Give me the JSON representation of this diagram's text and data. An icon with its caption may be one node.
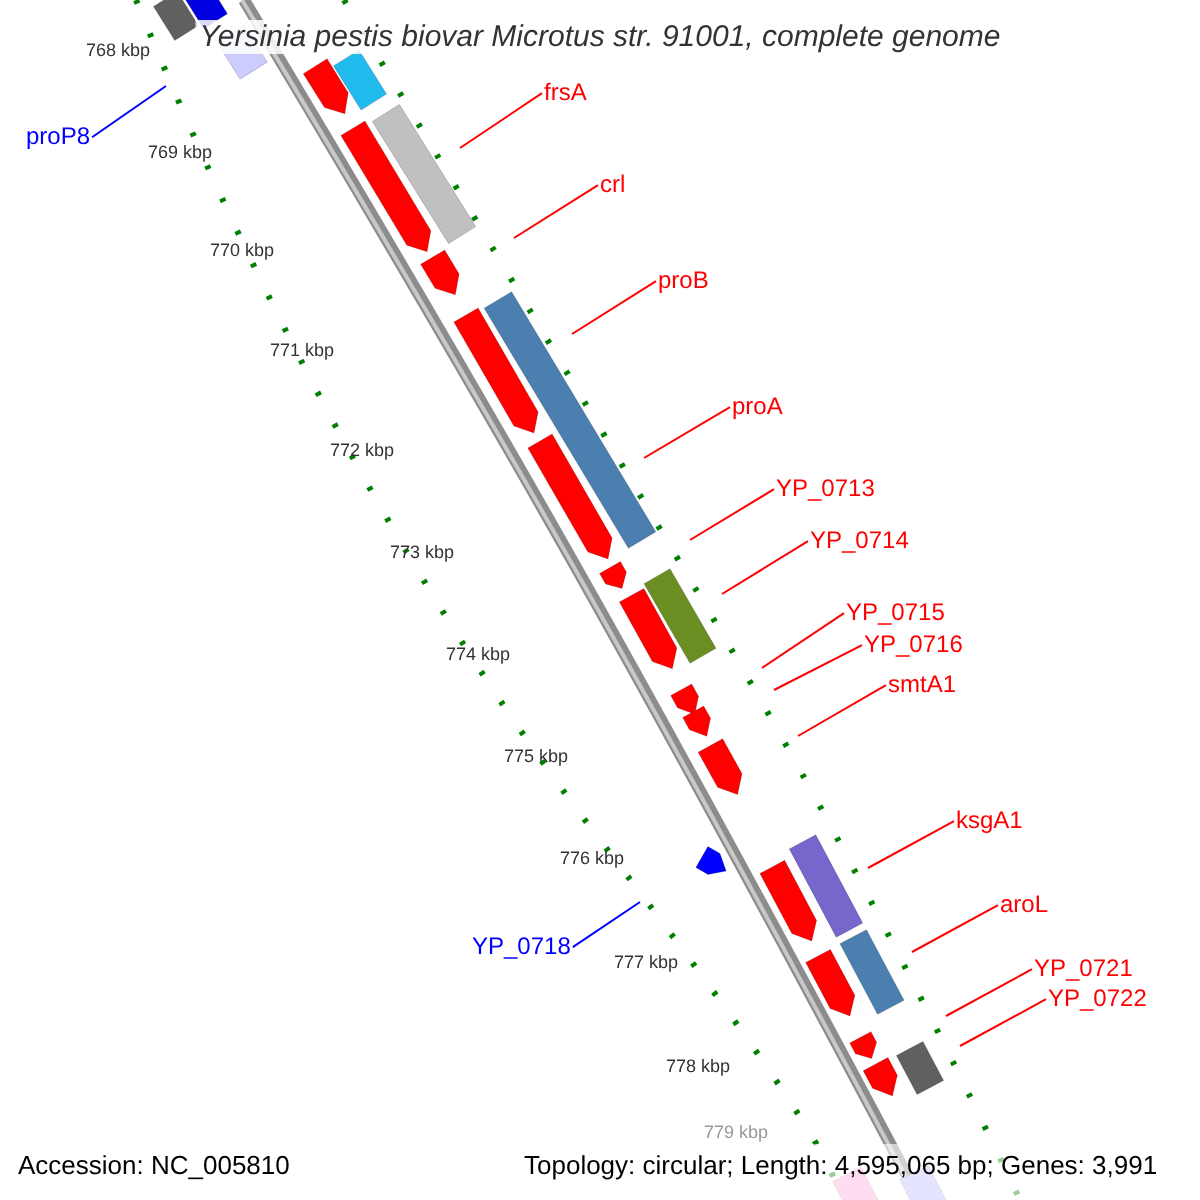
{
  "diagram": {
    "title": "Yersinia pestis biovar Microtus str. 91001, complete genome",
    "nodes": [
      {
        "text": [
          "frsA"
        ]
      },
      {
        "text": [
          "proP8"
        ]
      },
      {
        "text": [
          "crl"
        ]
      },
      {
        "text": [
          "proB"
        ]
      },
      {
        "text": [
          "proA"
        ]
      },
      {
        "text": [
          "YP_0713"
        ]
      },
      {
        "text": [
          "YP_0714"
        ]
      },
      {
        "text": [
          "YP_0715"
        ]
      },
      {
        "text": [
          "YP_0716"
        ]
      },
      {
        "text": [
          "smtA1"
        ]
      },
      {
        "text": [
          "ksgA1"
        ]
      },
      {
        "text": [
          "aroL"
        ]
      },
      {
        "text": [
          "YP_0718"
        ]
      },
      {
        "text": [
          "YP_0721"
        ]
      },
      {
        "text": [
          "YP_0722"
        ]
      }
    ],
    "edges": [
      {
        "from": 0,
        "to": null,
        "arrow": "none"
      },
      {
        "from": 1,
        "to": null,
        "arrow": "none",
        "color": "#0000ff"
      },
      {
        "from": 2,
        "to": null,
        "arrow": "none"
      },
      {
        "from": 3,
        "to": null,
        "arrow": "none"
      },
      {
        "from": 4,
        "to": null,
        "arrow": "none"
      },
      {
        "from": 5,
        "to": null,
        "arrow": "none"
      },
      {
        "from": 6,
        "to": null,
        "arrow": "none"
      },
      {
        "from": 7,
        "to": null,
        "arrow": "none"
      },
      {
        "from": 8,
        "to": null,
        "arrow": "none"
      },
      {
        "from": 9,
        "to": null,
        "arrow": "none"
      },
      {
        "from": 10,
        "to": null,
        "arrow": "none"
      },
      {
        "from": 11,
        "to": null,
        "arrow": "none"
      },
      {
        "from": 12,
        "to": null,
        "arrow": "none",
        "color": "#0000ff"
      },
      {
        "from": 13,
        "to": null,
        "arrow": "none"
      },
      {
        "from": 14,
        "to": null,
        "arrow": "none"
      }
    ],
    "labels": [
      "768 kbp",
      "769 kbp",
      "770 kbp",
      "771 kbp",
      "772 kbp",
      "773 kbp",
      "774 kbp",
      "775 kbp",
      "776 kbp",
      "777 kbp",
      "778 kbp",
      "779 kbp",
      "Accession: NC_005810",
      "Topology: circular; Length: 4,595,065 bp; Genes: 3,991"
    ]
  }
}
